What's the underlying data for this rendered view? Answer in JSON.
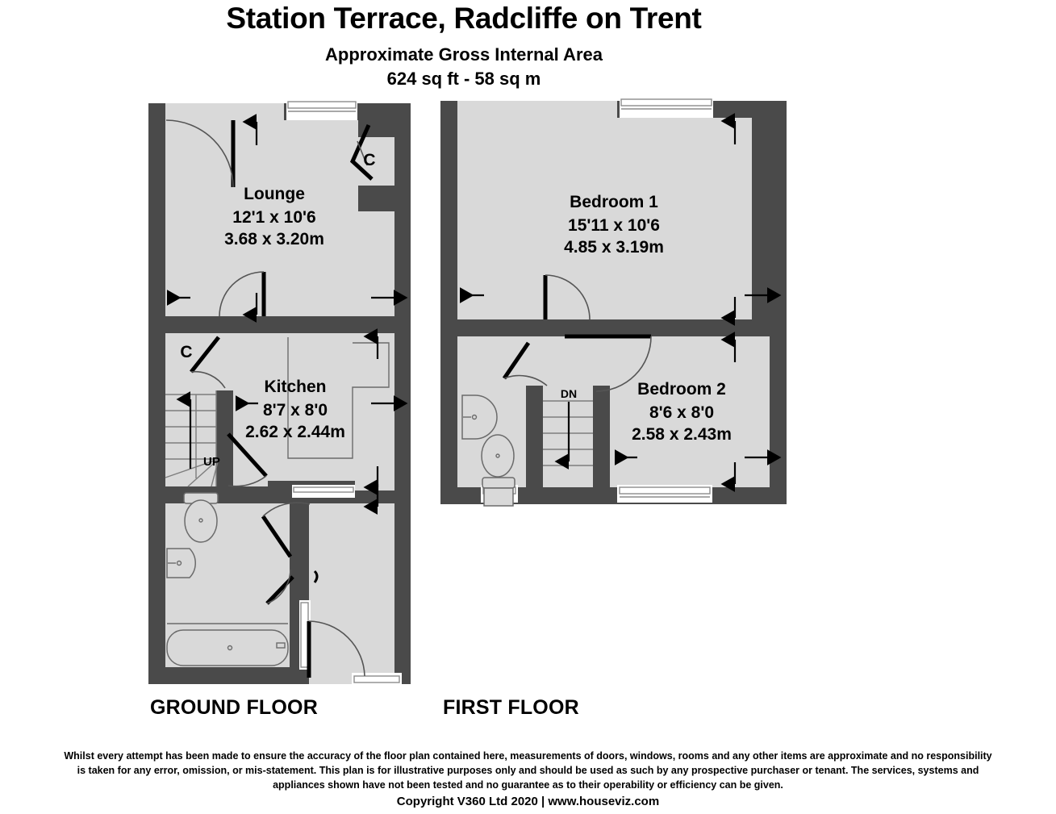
{
  "header": {
    "title": "Station Terrace, Radcliffe on Trent",
    "subtitle": "Approximate Gross Internal Area",
    "area": "624 sq ft - 58 sq m"
  },
  "floors": [
    {
      "id": "ground",
      "label": "GROUND FLOOR",
      "rooms": [
        {
          "name": "Lounge",
          "dimensions_imperial": "12'1 x 10'6",
          "dimensions_metric": "3.68 x 3.20m"
        },
        {
          "name": "Kitchen",
          "dimensions_imperial": "8'7 x 8'0",
          "dimensions_metric": "2.62 x 2.44m"
        }
      ],
      "annotations": [
        {
          "text": "C",
          "meaning": "cupboard"
        },
        {
          "text": "C",
          "meaning": "cupboard"
        },
        {
          "text": "UP",
          "meaning": "stairs-up"
        }
      ],
      "fixtures": [
        "toilet",
        "wash-basin",
        "bath",
        "staircase-winder"
      ]
    },
    {
      "id": "first",
      "label": "FIRST FLOOR",
      "rooms": [
        {
          "name": "Bedroom 1",
          "dimensions_imperial": "15'11 x 10'6",
          "dimensions_metric": "4.85 x 3.19m"
        },
        {
          "name": "Bedroom 2",
          "dimensions_imperial": "8'6 x 8'0",
          "dimensions_metric": "2.58 x 2.43m"
        }
      ],
      "annotations": [
        {
          "text": "DN",
          "meaning": "stairs-down"
        }
      ],
      "fixtures": [
        "wash-basin",
        "toilet",
        "staircase-straight"
      ]
    }
  ],
  "footer": {
    "disclaimer_line1": "Whilst every attempt has been made to ensure the accuracy of the floor plan contained here, measurements of doors, windows, rooms and any other items are approximate and no responsibility",
    "disclaimer_line2": "is taken for any error, omission, or mis-statement. This plan is for illustrative purposes only and should be used as such by any prospective purchaser or tenant. The services, systems and",
    "disclaimer_line3": "appliances shown have not been tested and no guarantee as to their operability or efficiency can be given.",
    "copyright": "Copyright V360 Ltd 2020 | www.houseviz.com"
  },
  "colors": {
    "wall": "#4a4a4a",
    "room_fill": "#d9d9d9",
    "background": "#ffffff",
    "text": "#000000",
    "door_leaf": "#000000"
  }
}
